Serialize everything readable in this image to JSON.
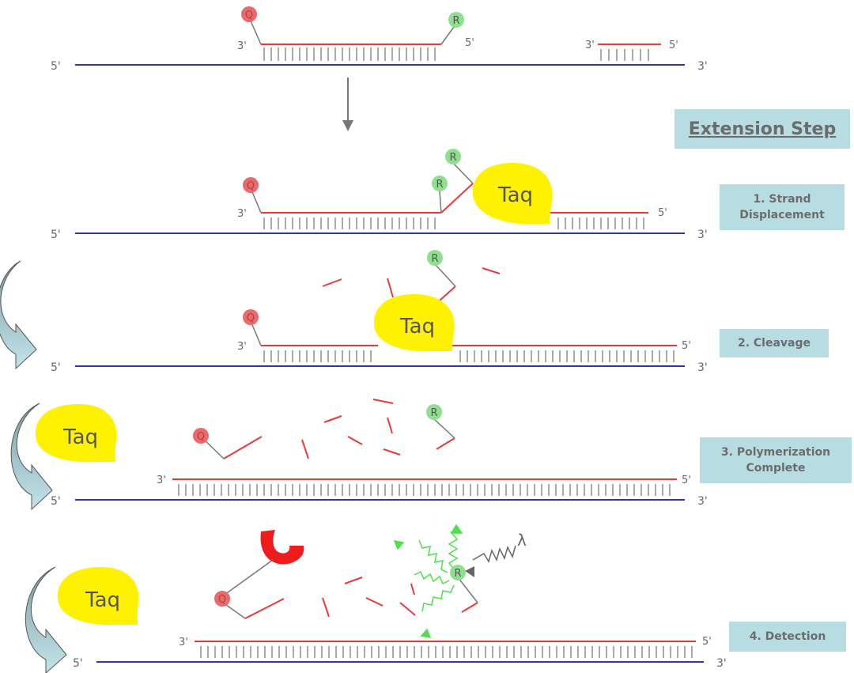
{
  "title": "Extension Step",
  "steps": [
    {
      "label_line1": "1. Strand",
      "label_line2": "Displacement"
    },
    {
      "label_line1": "2. Cleavage",
      "label_line2": ""
    },
    {
      "label_line1": "3. Polymerization",
      "label_line2": "Complete"
    },
    {
      "label_line1": "4. Detection",
      "label_line2": ""
    }
  ],
  "strand_labels": {
    "five_prime": "5'",
    "three_prime": "3'"
  },
  "enzyme_label": "Taq",
  "reporter_label": "R",
  "quencher_label": "Q",
  "light_label": "λ",
  "colors": {
    "template_strand": "#3333aa",
    "new_strand": "#e83a3a",
    "reporter": "#8ee08e",
    "quencher": "#e86a6a",
    "enzyme": "#fff200",
    "label_box": "#b7dde3",
    "fluorescence": "#4ce04c"
  }
}
